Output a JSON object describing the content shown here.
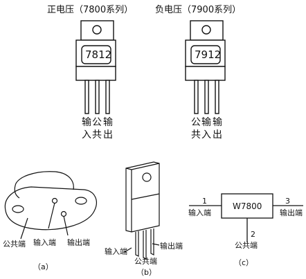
{
  "top": {
    "positive": {
      "title": "正电压（7800系列）",
      "part": "7812",
      "pins": [
        [
          "输",
          "入"
        ],
        [
          "公",
          "共"
        ],
        [
          "输",
          "出"
        ]
      ]
    },
    "negative": {
      "title": "负电压（7900系列）",
      "part": "7912",
      "pins": [
        [
          "公",
          "共"
        ],
        [
          "输",
          "入"
        ],
        [
          "输",
          "出"
        ]
      ]
    }
  },
  "a": {
    "labels": {
      "common": "公共端",
      "input": "输入端",
      "output": "输出端"
    },
    "caption": "（a）"
  },
  "b": {
    "labels": {
      "input": "输入端",
      "common": "公共端",
      "output": "输出端"
    },
    "caption": "（b）"
  },
  "c": {
    "box": "W7800",
    "pins": {
      "input_num": "1",
      "input_label": "输入端",
      "output_num": "3",
      "output_label": "输出端",
      "common_num": "2",
      "common_label": "公共端"
    },
    "caption": "（c）"
  },
  "colors": {
    "stroke": "#111111",
    "background": "#ffffff"
  }
}
